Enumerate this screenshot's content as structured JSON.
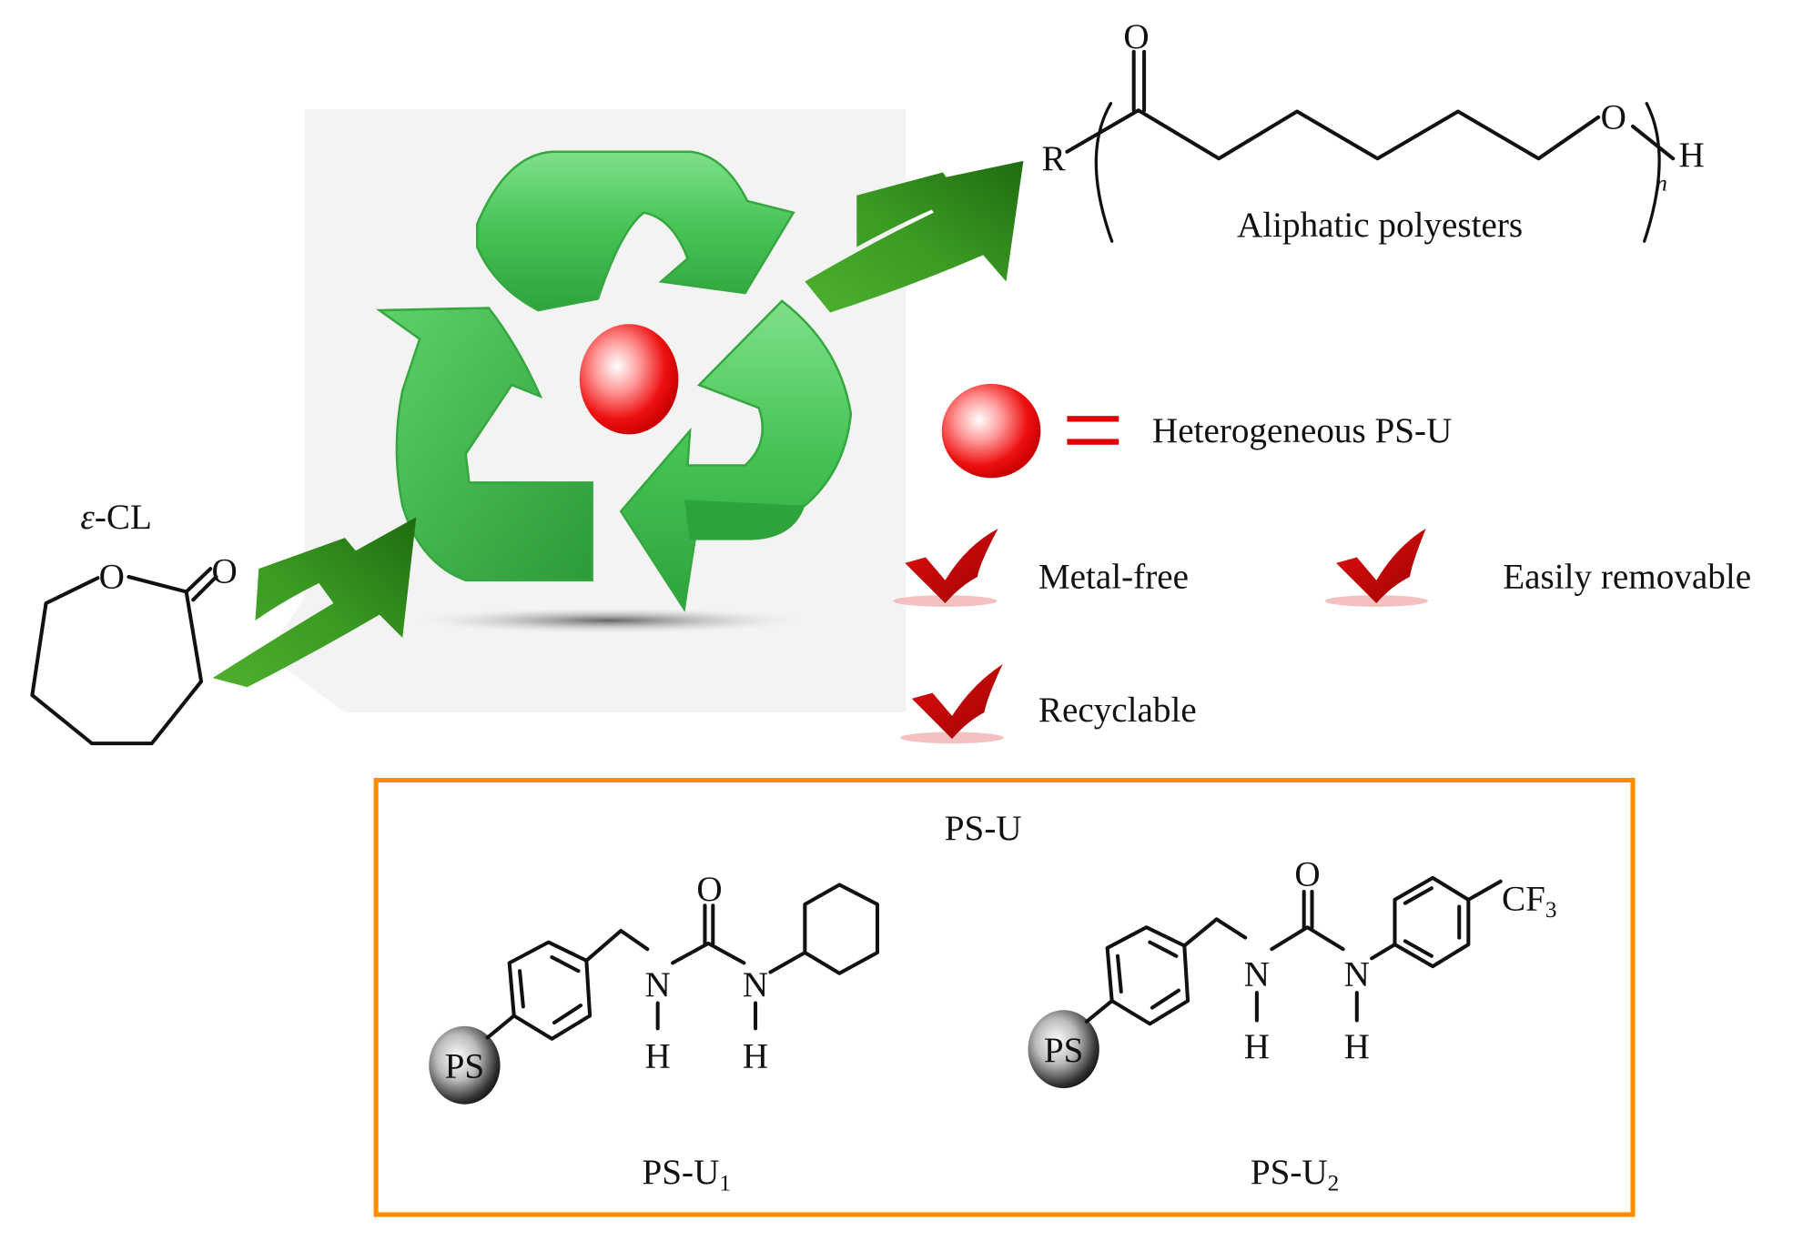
{
  "figure": {
    "type": "graphical-abstract",
    "subject": "Ring-opening polymerization of epsilon-caprolactone with heterogeneous polystyrene-supported urea catalysts"
  },
  "monomer": {
    "name": "ε-CL",
    "name_prefix": "ε",
    "name_suffix": "-CL",
    "ring_oxygen": "O",
    "carbonyl_oxygen": "O"
  },
  "product": {
    "end_group_left": "R",
    "carbonyl_oxygen": "O",
    "ester_oxygen": "O",
    "end_group_right": "H",
    "repeat_subscript": "n",
    "caption": "Aliphatic polyesters"
  },
  "center_graphic": {
    "icon": "recycle-icon",
    "catalyst_sphere": "red-sphere-icon",
    "colors": {
      "recycle_green": "#3cb043",
      "arrow_green": "#2e8b1f",
      "sphere_red": "#e00000",
      "background_gray": "#f3f3f3"
    }
  },
  "legend": {
    "symbol": "red-sphere-icon",
    "equals": "=",
    "text": "Heterogeneous PS-U"
  },
  "features": [
    {
      "icon": "checkmark-icon",
      "label": "Metal-free"
    },
    {
      "icon": "checkmark-icon",
      "label": "Easily removable"
    },
    {
      "icon": "checkmark-icon",
      "label": "Recyclable"
    }
  ],
  "catalyst_box": {
    "title": "PS-U",
    "border_color": "#ff8c00",
    "catalysts": [
      {
        "label_main": "PS-U",
        "label_sub": "1",
        "support": "PS",
        "atoms": {
          "n1": "N",
          "h1": "H",
          "o": "O",
          "n2": "N",
          "h2": "H"
        },
        "substituent": "cyclohexyl"
      },
      {
        "label_main": "PS-U",
        "label_sub": "2",
        "support": "PS",
        "atoms": {
          "n1": "N",
          "h1": "H",
          "o": "O",
          "n2": "N",
          "h2": "H"
        },
        "substituent": "4-(trifluoromethyl)phenyl",
        "cf3_main": "CF",
        "cf3_sub": "3"
      }
    ]
  }
}
